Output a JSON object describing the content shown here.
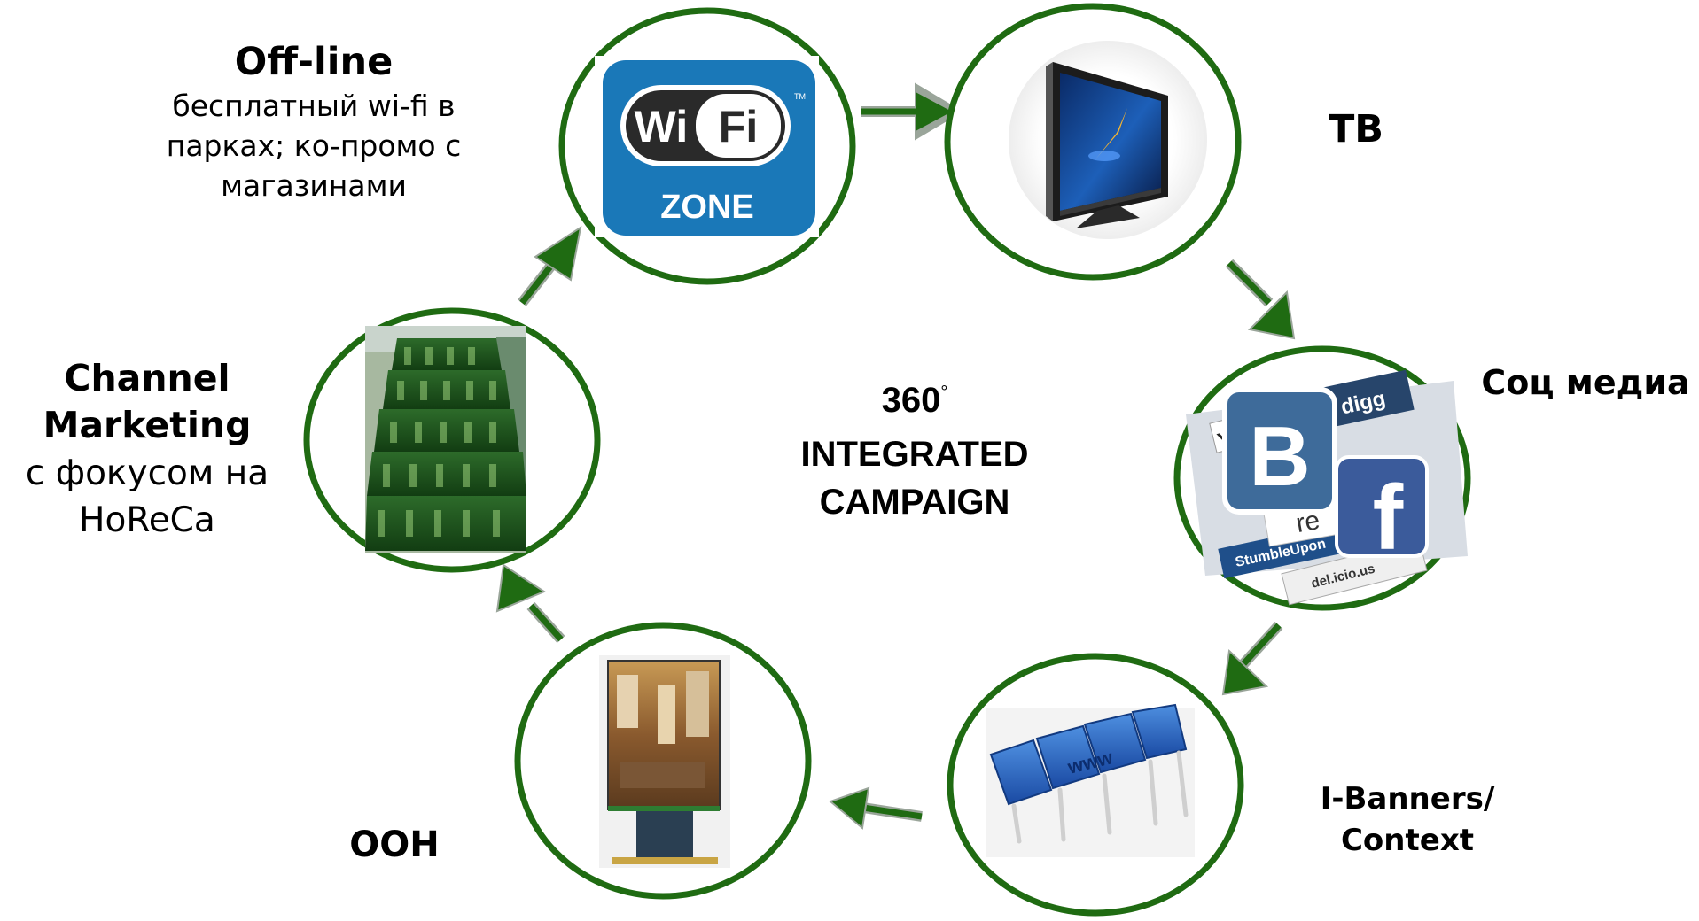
{
  "center": {
    "line1": "360",
    "degree": "°",
    "line2": "INTEGRATED",
    "line3": "CAMPAIGN"
  },
  "offline": {
    "title": "Off-line",
    "line1": "бесплатный wi-fi в",
    "line2": "парках; ко-промо с",
    "line3": "магазинами"
  },
  "wifi_sign": {
    "word1": "Wi",
    "word2": "Fi",
    "tm": "TM",
    "zone": "ZONE"
  },
  "tv": {
    "label": "ТВ"
  },
  "social": {
    "label": "Соц медиа",
    "logo_b": "B",
    "logo_f": "f",
    "tag_digg": "digg",
    "tag_you": "You",
    "tag_re": "re",
    "tag_stumble": "StumbleUpon",
    "tag_del": "del.icio.us"
  },
  "banners": {
    "line1": "I-Banners/",
    "line2": "Context",
    "letters": "www"
  },
  "ooh": {
    "label": "OOH"
  },
  "channel": {
    "line1": "Channel",
    "line2": "Marketing",
    "line3": "с фокусом на",
    "line4": "HoReCa"
  },
  "colors": {
    "ring": "#1f6b12",
    "arrow": "#1f6b12",
    "arrow_outline": "#9aa59a",
    "wifi_blue": "#1a78b8"
  }
}
